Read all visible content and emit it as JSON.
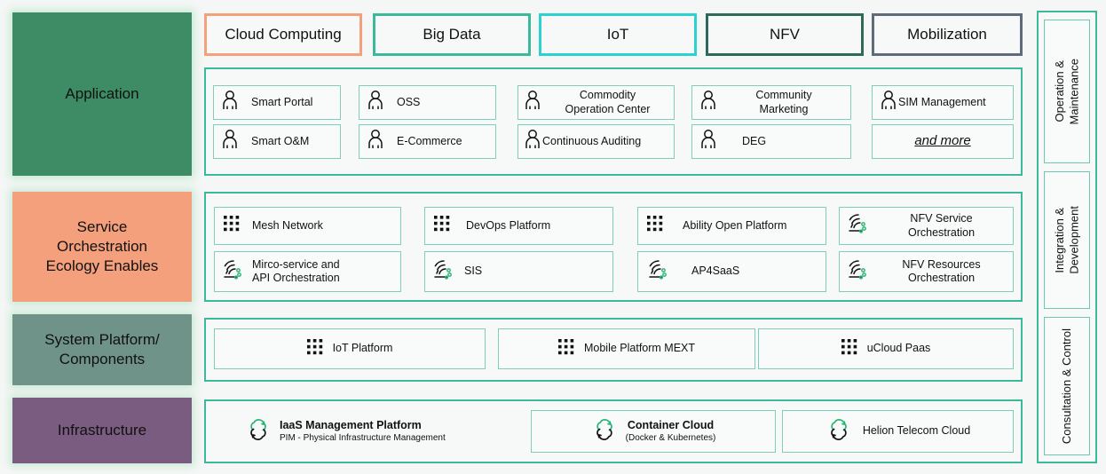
{
  "colors": {
    "teal_border": "#3cb89a",
    "tile_border": "#7fcdbb",
    "application_fill": "#3d8c65",
    "service_fill": "#f4a07c",
    "system_fill": "#6f9289",
    "infrastructure_fill": "#7a5c80",
    "canvas": "#f5f7f6",
    "accent_green_dot": "#29b473",
    "pill_cloud": "#f4a07c",
    "pill_bigdata": "#3cb89a",
    "pill_iot": "#2ad2d2",
    "pill_nfv": "#2e6b57",
    "pill_mobilization": "#5f6b78"
  },
  "layers": [
    {
      "id": "application",
      "label": "Application"
    },
    {
      "id": "service",
      "label": "Service\nOrchestration\nEcology Enables",
      "lines": [
        "Service",
        "Orchestration",
        "Ecology Enables"
      ]
    },
    {
      "id": "system",
      "label": "System Platform/\nComponents",
      "lines": [
        "System Platform/",
        "Components"
      ]
    },
    {
      "id": "infrastructure",
      "label": "Infrastructure",
      "lines": [
        "Infrastructure"
      ]
    }
  ],
  "pills": [
    {
      "label": "Cloud Computing",
      "color": "#f4a07c"
    },
    {
      "label": "Big Data",
      "color": "#3cb89a"
    },
    {
      "label": "IoT",
      "color": "#2ad2d2"
    },
    {
      "label": "NFV",
      "color": "#2e6b57"
    },
    {
      "label": "Mobilization",
      "color": "#5f6b78"
    }
  ],
  "application_tiles": [
    {
      "label": "Smart Portal",
      "icon": "person-icon",
      "align": "left"
    },
    {
      "label": "OSS",
      "icon": "person-icon",
      "align": "left"
    },
    {
      "label": "Commodity\nOperation Center",
      "icon": "person-icon",
      "align": "center",
      "lines": [
        "Commodity",
        "Operation Center"
      ]
    },
    {
      "label": "Community\nMarketing",
      "icon": "person-icon",
      "align": "center",
      "lines": [
        "Community",
        "Marketing"
      ]
    },
    {
      "label": "SIM Management",
      "icon": "person-icon",
      "align": "left"
    },
    {
      "label": "Smart O&M",
      "icon": "person-icon",
      "align": "left"
    },
    {
      "label": "E-Commerce",
      "icon": "person-icon",
      "align": "left"
    },
    {
      "label": "Continuous Auditing",
      "icon": "person-icon",
      "align": "left"
    },
    {
      "label": "DEG",
      "icon": "person-icon",
      "align": "left"
    },
    {
      "label": "and more",
      "icon": "none",
      "align": "center",
      "style": "italic-underline"
    }
  ],
  "service_tiles": [
    {
      "label": "Mesh Network",
      "icon": "grid-dots-icon",
      "align": "left"
    },
    {
      "label": "DevOps Platform",
      "icon": "grid-dots-icon",
      "align": "left"
    },
    {
      "label": "Ability Open Platform",
      "icon": "grid-dots-icon",
      "align": "left"
    },
    {
      "label": "NFV Service\nOrchestration",
      "icon": "orchestration-icon",
      "align": "center",
      "lines": [
        "NFV Service",
        "Orchestration"
      ]
    },
    {
      "label": "Mirco-service and\nAPI Orchestration",
      "icon": "orchestration-icon",
      "align": "left",
      "lines": [
        "Mirco-service and",
        "API Orchestration"
      ]
    },
    {
      "label": "SIS",
      "icon": "orchestration-icon",
      "align": "left"
    },
    {
      "label": "AP4SaaS",
      "icon": "orchestration-icon",
      "align": "left"
    },
    {
      "label": "NFV Resources\nOrchestration",
      "icon": "orchestration-icon",
      "align": "center",
      "lines": [
        "NFV Resources",
        "Orchestration"
      ]
    }
  ],
  "system_tiles": [
    {
      "label": "IoT Platform",
      "icon": "grid-dots-icon"
    },
    {
      "label": "Mobile Platform MEXT",
      "icon": "grid-dots-icon"
    },
    {
      "label": "uCloud Paas",
      "icon": "grid-dots-icon"
    }
  ],
  "infrastructure_tiles": [
    {
      "title": "IaaS Management Platform",
      "subtitle": "PIM - Physical Infrastructure Management",
      "icon": "cloud-icon",
      "bordered": false
    },
    {
      "title": "Container Cloud",
      "subtitle": "(Docker & Kubernetes)",
      "icon": "cloud-icon",
      "bordered": true
    },
    {
      "title": "Helion Telecom Cloud",
      "subtitle": "",
      "icon": "cloud-icon",
      "bordered": true
    }
  ],
  "right_rail": [
    {
      "label": "Operation &\nMaintenance",
      "lines": [
        "Operation &",
        "Maintenance"
      ]
    },
    {
      "label": "Integration &\nDevelopment",
      "lines": [
        "Integration &",
        "Development"
      ]
    },
    {
      "label": "Consultation & Control",
      "lines": [
        "Consultation & Control"
      ]
    }
  ]
}
